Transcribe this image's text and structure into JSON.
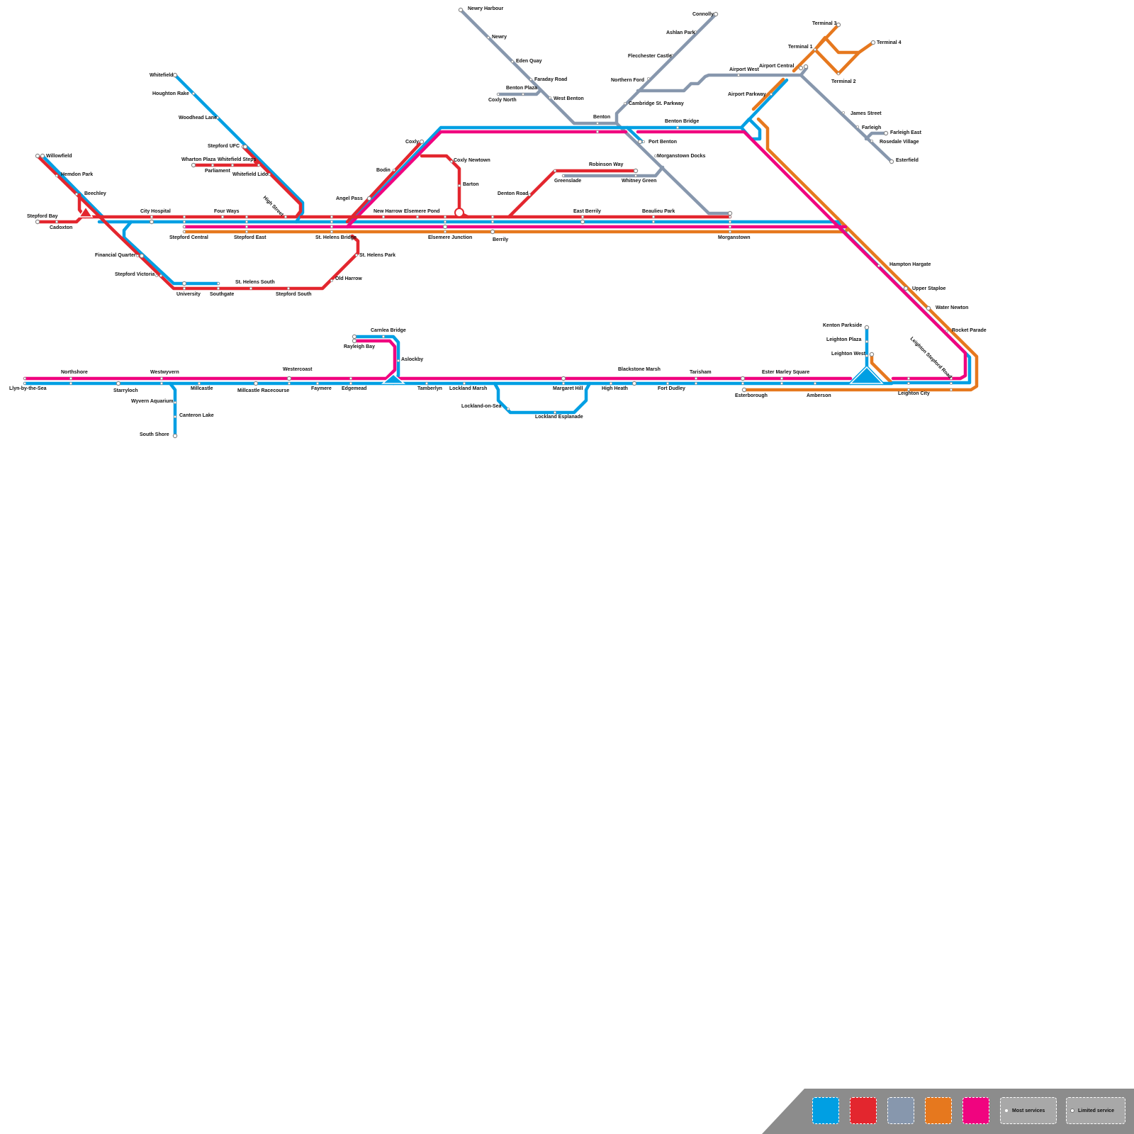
{
  "colors": {
    "blue": "#009fe3",
    "red": "#e3262e",
    "grey": "#8797ad",
    "orange": "#e6781e",
    "pink": "#f0047f"
  },
  "legend": {
    "items": [
      {
        "color": "#009fe3"
      },
      {
        "color": "#e3262e"
      },
      {
        "color": "#8797ad"
      },
      {
        "color": "#e6781e"
      },
      {
        "color": "#f0047f"
      }
    ],
    "most_services": "Most services",
    "limited_service": "Limited service"
  },
  "stations": [
    "Newry Harbour",
    "Newry",
    "Eden Quay",
    "Faraday Road",
    "Benton Plaza",
    "Coxly North",
    "West Benton",
    "Connolly",
    "Ashlan Park",
    "Flecchester Castle",
    "Northern Ford",
    "Cambridge St. Parkway",
    "Benton",
    "Airport West",
    "Airport Central",
    "Airport Parkway",
    "Terminal 3",
    "Terminal 1",
    "Terminal 4",
    "Terminal 2",
    "James Street",
    "Farleigh",
    "Farleigh East",
    "Rosedale Village",
    "Esterfield",
    "Whitefield",
    "Houghton Rake",
    "Woodhead Lane",
    "Stepford UFC",
    "Wharton Plaza",
    "Whitefield Steps",
    "Parliament",
    "Whitefield Lido",
    "High Street",
    "Willowfield",
    "Hemdon Park",
    "Beechley",
    "Stepford Bay",
    "Cadoxton",
    "City Hospital",
    "Four Ways",
    "Stepford Central",
    "Stepford East",
    "St. Helens Bridge",
    "Financial Quarter",
    "Stepford Victoria",
    "University",
    "Southgate",
    "St. Helens South",
    "Stepford South",
    "Old Harrow",
    "St. Helens Park",
    "Coxly",
    "Coxly Newtown",
    "Bodin",
    "Barton",
    "Angel Pass",
    "New Harrow",
    "Elsemere Pond",
    "Elsemere Junction",
    "Berrily",
    "Denton Road",
    "Robinson Way",
    "Greenslade",
    "Whitney Green",
    "Benton Bridge",
    "Port Benton",
    "Morganstown Docks",
    "East Berrily",
    "Beaulieu Park",
    "Morganstown",
    "Hampton Hargate",
    "Upper Staploe",
    "Water Newton",
    "Rocket Parade",
    "Leighton Stepford Road",
    "Carnlea Bridge",
    "Rayleigh Bay",
    "Aslockby",
    "Northshore",
    "Westwyvern",
    "Westercoast",
    "Llyn-by-the-Sea",
    "Starryloch",
    "Millcastle",
    "Millcastle Racecourse",
    "Faymere",
    "Edgemead",
    "Wyvern Aquarium",
    "Canteron Lake",
    "South Shore",
    "Tamberlyn",
    "Lockland Marsh",
    "Lockland-on-Sea",
    "Lockland Esplanade",
    "Margaret Hill",
    "High Heath",
    "Blackstone Marsh",
    "Fort Dudley",
    "Tarisham",
    "Ester Marley Square",
    "Esterborough",
    "Amberson",
    "Kenton Parkside",
    "Leighton Plaza",
    "Leighton West",
    "Leighton City"
  ]
}
